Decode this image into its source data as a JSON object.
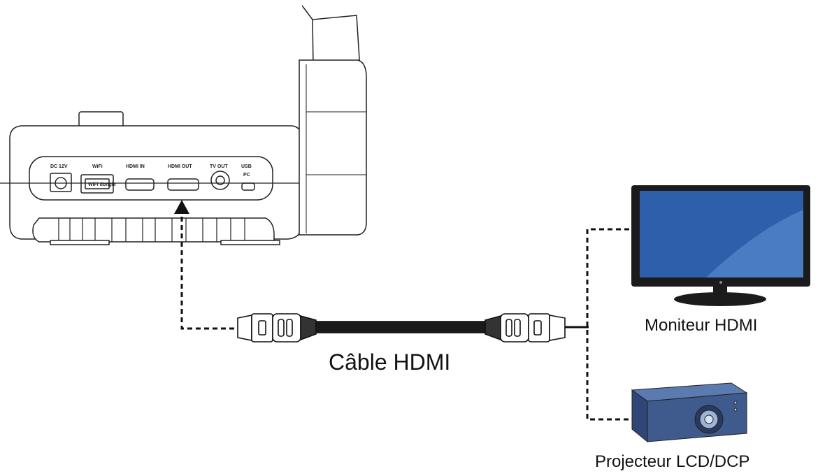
{
  "labels": {
    "cable": "Câble HDMI",
    "monitor": "Moniteur HDMI",
    "projector": "Projecteur LCD/DCP"
  },
  "ports": {
    "dc": "DC 12V",
    "wifi": "WiFi",
    "wifi_dongle": "WiFi dongle",
    "hdmi_in": "HDMI IN",
    "hdmi_out": "HDMI OUT",
    "tv_out": "TV OUT",
    "usb": "USB",
    "usb_sub": "PC"
  },
  "colors": {
    "screen": "#2e5faa",
    "screen_highlight": "#4a7cc4",
    "projector_body": "#3f5a8c",
    "projector_top": "#5a7ab0",
    "cable": "#1a1a1a",
    "line": "#111111"
  },
  "icons": [
    "document-camera",
    "hdmi-cable",
    "monitor",
    "projector",
    "arrow-up-icon"
  ]
}
